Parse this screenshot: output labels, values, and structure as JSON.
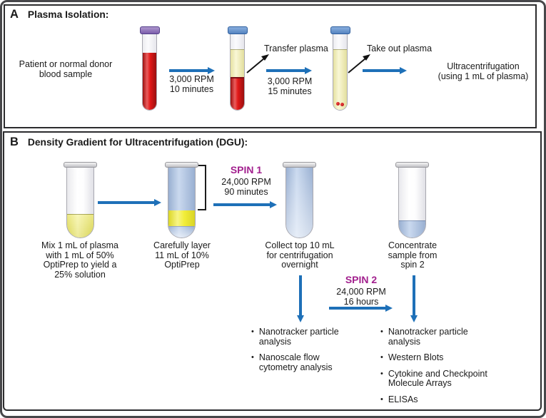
{
  "colors": {
    "arrow_blue": "#1e70b8",
    "spin_magenta": "#a2208e",
    "blood_red": "#e11717",
    "plasma_yellow": "#f4f1b4",
    "optiprep_blue": "#b3c9e8",
    "gradient_yellow": "#f1ed2f"
  },
  "panel_a": {
    "label": "A",
    "title": "Plasma Isolation:",
    "source_caption": "Patient or normal donor\nblood sample",
    "step1_text": "3,000 RPM\n10 minutes",
    "transfer_label": "Transfer plasma",
    "step2_text": "3,000 RPM\n15 minutes",
    "takeout_label": "Take out plasma",
    "result_caption": "Ultracentrifugation\n(using 1 mL of plasma)"
  },
  "panel_b": {
    "label": "B",
    "title": "Density Gradient for Ultracentrifugation (DGU):",
    "tube1_caption": "Mix 1 mL of plasma\nwith 1 mL of 50%\nOptiPrep to yield a\n25% solution",
    "tube2_caption": "Carefully layer\n11 mL of 10%\nOptiPrep",
    "spin1": {
      "label": "SPIN 1",
      "params": "24,000 RPM\n90 minutes"
    },
    "tube3_caption": "Collect top 10 mL\nfor centrifugation\novernight",
    "tube4_caption": "Concentrate\nsample from\nspin 2",
    "spin2": {
      "label": "SPIN 2",
      "params": "24,000 RPM\n16 hours"
    },
    "analyses_spin1": [
      "Nanotracker particle analysis",
      "Nanoscale flow cytometry analysis"
    ],
    "analyses_spin2": [
      "Nanotracker particle analysis",
      "Western Blots",
      "Cytokine and Checkpoint Molecule Arrays",
      "ELISAs"
    ]
  }
}
